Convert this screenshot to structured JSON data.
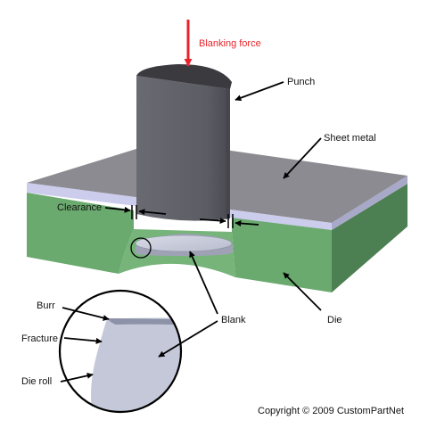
{
  "labels": {
    "blanking_force": "Blanking force",
    "punch": "Punch",
    "sheet_metal": "Sheet metal",
    "clearance": "Clearance",
    "blank": "Blank",
    "die": "Die",
    "burr": "Burr",
    "fracture": "Fracture",
    "die_roll": "Die roll"
  },
  "copyright": "Copyright © 2009 CustomPartNet",
  "colors": {
    "force_arrow": "#e8242a",
    "punch": "#5f5f66",
    "sheet_top": "#8b8b91",
    "sheet_edge": "#ccccec",
    "die_front": "#6aaa6e",
    "die_side": "#4c7f52",
    "blank": "#c4c8d8"
  }
}
